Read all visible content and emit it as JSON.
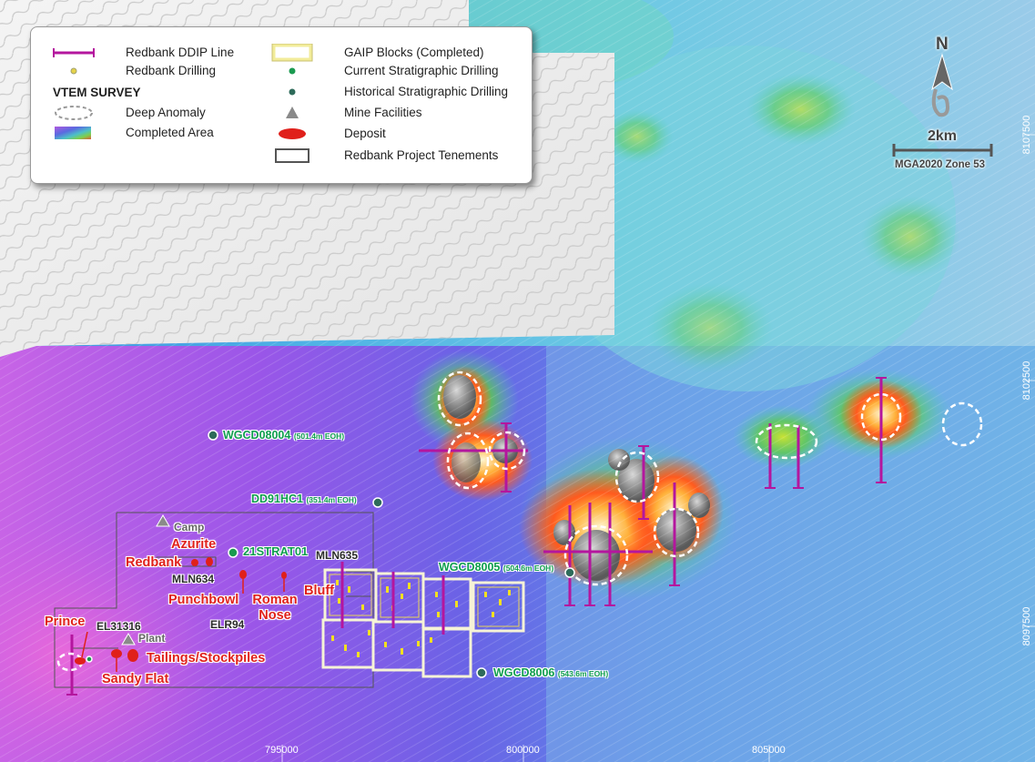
{
  "legend": {
    "col1": {
      "ddip_line": "Redbank DDIP Line",
      "drilling": "Redbank Drilling",
      "vtem_heading": "VTEM SURVEY",
      "deep_anomaly": "Deep Anomaly",
      "completed_area": "Completed Area"
    },
    "col2": {
      "gaip_blocks": "GAIP Blocks (Completed)",
      "current_strat": "Current Stratigraphic Drilling",
      "historical_strat": "Historical Stratigraphic Drilling",
      "mine_facilities": "Mine Facilities",
      "deposit": "Deposit",
      "tenements": "Redbank Project Tenements"
    }
  },
  "north_arrow": {
    "letter": "N",
    "icon": "north-arrow-icon"
  },
  "scale_bar": {
    "label": "2km",
    "projection": "MGA2020 Zone 53"
  },
  "grid_labels": {
    "eastings": [
      "795000",
      "800000",
      "805000"
    ],
    "northings": [
      "8107500",
      "8102500",
      "8097500"
    ]
  },
  "deposits": {
    "azurite": "Azurite",
    "redbank": "Redbank",
    "punchbowl": "Punchbowl",
    "roman_nose": "Roman Nose",
    "bluff": "Bluff",
    "prince": "Prince",
    "tailings": "Tailings/Stockpiles",
    "sandy_flat": "Sandy Flat"
  },
  "tenements": {
    "mln634": "MLN634",
    "mln635": "MLN635",
    "elr94": "ELR94",
    "el31316": "EL31316"
  },
  "facilities": {
    "camp": "Camp",
    "plant": "Plant"
  },
  "drillholes": {
    "wgcd08004": {
      "name": "WGCD08004",
      "depth": "(501.4m EOH)"
    },
    "dd91hc1": {
      "name": "DD91HC1",
      "depth": "(351.4m EOH)"
    },
    "strat01": {
      "name": "21STRAT01"
    },
    "wgcd8005": {
      "name": "WGCD8005",
      "depth": "(504.6m EOH)"
    },
    "wgcd8006": {
      "name": "WGCD8006",
      "depth": "(543.6m EOH)"
    }
  },
  "colors": {
    "ddip": "#b4169e",
    "deposit": "#e0201b",
    "current_drill": "#1a9a50",
    "historical_drill": "#2e6b5a",
    "gaip": "#f2ec9a",
    "tenement": "#555555"
  }
}
